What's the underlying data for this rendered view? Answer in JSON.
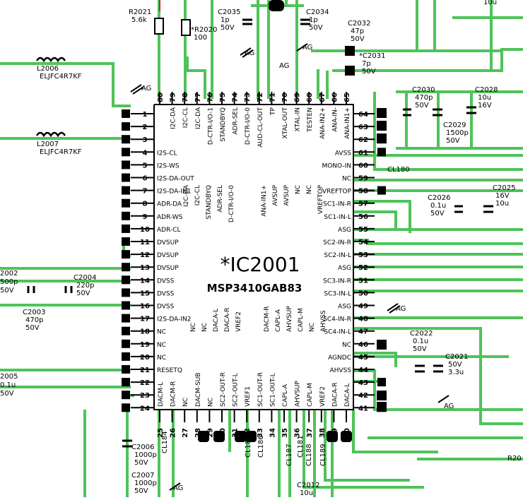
{
  "colors": {
    "trace": "#4fc35a",
    "body": "#000000",
    "chip_fill": "#ffffff",
    "accent_red": "#e02020"
  },
  "chip": {
    "designator": "*IC2001",
    "part_number": "MSP3410GAB83"
  },
  "left_pins": [
    {
      "num": "1",
      "name": ""
    },
    {
      "num": "2",
      "name": ""
    },
    {
      "num": "3",
      "name": ""
    },
    {
      "num": "4",
      "name": "I2S-CL"
    },
    {
      "num": "5",
      "name": "I2S-WS"
    },
    {
      "num": "6",
      "name": "I2S-DA-OUT"
    },
    {
      "num": "7",
      "name": "I2S-DA-IN1"
    },
    {
      "num": "8",
      "name": "ADR-DA"
    },
    {
      "num": "9",
      "name": "ADR-WS"
    },
    {
      "num": "10",
      "name": "ADR-CL"
    },
    {
      "num": "11",
      "name": "DVSUP"
    },
    {
      "num": "12",
      "name": "DVSUP"
    },
    {
      "num": "13",
      "name": "DVSUP"
    },
    {
      "num": "14",
      "name": "DVSS"
    },
    {
      "num": "15",
      "name": "DVSS"
    },
    {
      "num": "16",
      "name": "DVSS"
    },
    {
      "num": "17",
      "name": "I2S-DA-IN2"
    },
    {
      "num": "18",
      "name": "NC"
    },
    {
      "num": "19",
      "name": "NC"
    },
    {
      "num": "20",
      "name": "NC"
    },
    {
      "num": "21",
      "name": "RESETQ"
    },
    {
      "num": "22",
      "name": ""
    },
    {
      "num": "23",
      "name": ""
    },
    {
      "num": "24",
      "name": ""
    }
  ],
  "right_pins": [
    {
      "num": "64",
      "name": ""
    },
    {
      "num": "63",
      "name": ""
    },
    {
      "num": "62",
      "name": ""
    },
    {
      "num": "61",
      "name": "AVSS"
    },
    {
      "num": "60",
      "name": "MONO-IN"
    },
    {
      "num": "59",
      "name": "NC"
    },
    {
      "num": "58",
      "name": "VREFTOP"
    },
    {
      "num": "57",
      "name": "SC1-IN-R"
    },
    {
      "num": "56",
      "name": "SC1-IN-L"
    },
    {
      "num": "55",
      "name": "ASG"
    },
    {
      "num": "54",
      "name": "SC2-IN-R"
    },
    {
      "num": "53",
      "name": "SC2-IN-L"
    },
    {
      "num": "52",
      "name": "ASG"
    },
    {
      "num": "51",
      "name": "SC3-IN-R"
    },
    {
      "num": "50",
      "name": "SC3-IN-L"
    },
    {
      "num": "49",
      "name": "ASG"
    },
    {
      "num": "48",
      "name": "SC4-IN-R"
    },
    {
      "num": "47",
      "name": "SC4-IN-L"
    },
    {
      "num": "46",
      "name": "NC"
    },
    {
      "num": "45",
      "name": "AGNDC"
    },
    {
      "num": "44",
      "name": "AHVSS"
    },
    {
      "num": "43",
      "name": ""
    },
    {
      "num": "42",
      "name": ""
    },
    {
      "num": "41",
      "name": ""
    }
  ],
  "top_pins": [
    {
      "num": "80",
      "name": ""
    },
    {
      "num": "79",
      "name": "I2C-DA"
    },
    {
      "num": "78",
      "name": "I2C-CL"
    },
    {
      "num": "77",
      "name": "I2C-DA"
    },
    {
      "num": "76",
      "name": "D-CTR-I/O-1"
    },
    {
      "num": "75",
      "name": "STANDBYQ"
    },
    {
      "num": "74",
      "name": "ADR-SEL"
    },
    {
      "num": "73",
      "name": "D-CTR-I/O-0"
    },
    {
      "num": "72",
      "name": "AUD-CL-OUT"
    },
    {
      "num": "71",
      "name": "TP"
    },
    {
      "num": "70",
      "name": "XTAL-OUT"
    },
    {
      "num": "69",
      "name": "XTAL-IN"
    },
    {
      "num": "68",
      "name": "TESTEN"
    },
    {
      "num": "67",
      "name": "ANA-IN2+"
    },
    {
      "num": "66",
      "name": "ANA-IN-"
    },
    {
      "num": "65",
      "name": "ANA-IN1+"
    }
  ],
  "top_inner_labels": [
    "I2C-DA",
    "I2C-CL",
    "STANDBYQ",
    "ADR-SEL",
    "D-CTR-I/O-0",
    "ANA-IN1+",
    "AVSUP",
    "AVSUP",
    "NC",
    "NC",
    "VREFTOP"
  ],
  "bottom_pins": [
    {
      "num": "25",
      "name": "DACM-L"
    },
    {
      "num": "26",
      "name": "DACM-R"
    },
    {
      "num": "27",
      "name": "NC"
    },
    {
      "num": "28",
      "name": "DACM-SUB"
    },
    {
      "num": "29",
      "name": "NC"
    },
    {
      "num": "30",
      "name": "SC2-OUT-R"
    },
    {
      "num": "31",
      "name": "SC2-OUT-L"
    },
    {
      "num": "32",
      "name": "VREF1"
    },
    {
      "num": "33",
      "name": "SC1-OUT-R"
    },
    {
      "num": "34",
      "name": "SC1-OUT-L"
    },
    {
      "num": "35",
      "name": "CAPL-A"
    },
    {
      "num": "36",
      "name": "AHVSUP"
    },
    {
      "num": "37",
      "name": "CAPL-M"
    },
    {
      "num": "38",
      "name": "VREF2"
    },
    {
      "num": "39",
      "name": "DACA-R"
    },
    {
      "num": "40",
      "name": "DACA-L"
    }
  ],
  "bottom_inner_labels": [
    "NC",
    "NC",
    "DACA-L",
    "DACA-R",
    "VREF2",
    "DACM-R",
    "CAPL-A",
    "AHVSUP",
    "CAPL-M",
    "NC",
    "AHVSS"
  ],
  "components": [
    {
      "ref": "R2021",
      "value": "5.6k"
    },
    {
      "ref": "*R2020",
      "value": "100"
    },
    {
      "ref": "C2035",
      "value": "1p",
      "rating": "50V"
    },
    {
      "ref": "C2034",
      "value": "1p",
      "rating": "50V"
    },
    {
      "ref": "C2032",
      "value": "47p",
      "rating": "50V"
    },
    {
      "ref": "*C2031",
      "value": "7p",
      "rating": "50V"
    },
    {
      "ref": "L2006",
      "value": "ELJFC4R7KF"
    },
    {
      "ref": "L2007",
      "value": "ELJFC4R7KF"
    },
    {
      "ref": "C2030",
      "value": "470p",
      "rating": "50V"
    },
    {
      "ref": "C2029",
      "value": "1500p",
      "rating": "50V"
    },
    {
      "ref": "C2028",
      "value": "10u",
      "rating": "16V"
    },
    {
      "ref": "C2026",
      "value": "0.1u",
      "rating": "50V"
    },
    {
      "ref": "C2025",
      "value": "16V",
      "rating": "10u"
    },
    {
      "ref": "C2022",
      "value": "0.1u",
      "rating": "50V"
    },
    {
      "ref": "C2021",
      "value": "50V",
      "rating": "3.3u"
    },
    {
      "ref": "C2004",
      "value": "220p",
      "rating": "50V"
    },
    {
      "ref": "C2003",
      "value": "470p",
      "rating": "50V"
    },
    {
      "ref": "C2006",
      "value": "1000p",
      "rating": "50V"
    },
    {
      "ref": "C2007",
      "value": "1000p",
      "rating": "50V"
    },
    {
      "ref": "C2012",
      "value": "10u"
    }
  ],
  "partial_labels": [
    "10u",
    "2002",
    "500p",
    "50V",
    "2005",
    "0.1u",
    "50V",
    "R20",
    "AG",
    "AG",
    "AG",
    "AG",
    "AG",
    "AG",
    "AG",
    "CL180",
    "CL184",
    "CL185",
    "CL186",
    "CL187",
    "CL188",
    "CL189",
    "CL181"
  ]
}
